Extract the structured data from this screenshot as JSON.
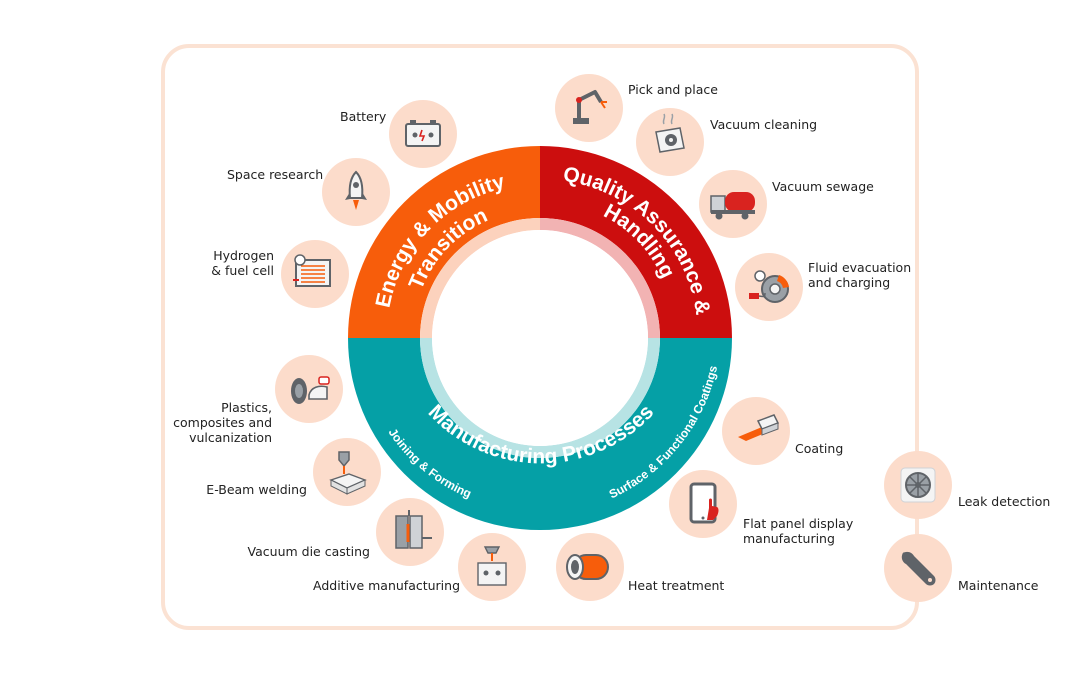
{
  "colors": {
    "frame": "#fbe2d3",
    "bubble": "#fcdccb",
    "energy": "#f75d0b",
    "quality": "#cc0e0e",
    "manufacturing": "#05a0a6",
    "accent_red": "#d9231f",
    "icon_gray": "#5f6368"
  },
  "segments": {
    "energy": {
      "line1": "Energy & Mobility",
      "line2": "Transition"
    },
    "quality": {
      "line1": "Quality Assurance &",
      "line2": "Handling"
    },
    "manufacturing": {
      "title": "Manufacturing Processes",
      "left": "Joining & Forming",
      "right": "Surface & Functional Coatings"
    }
  },
  "applications": {
    "battery": {
      "label": "Battery",
      "icon": "battery-icon"
    },
    "space": {
      "label": "Space research",
      "icon": "rocket-icon"
    },
    "hydrogen": {
      "line1": "Hydrogen",
      "line2": "& fuel cell",
      "icon": "fuel-cell-icon"
    },
    "plastics": {
      "line1": "Plastics,",
      "line2": "composites and",
      "line3": "vulcanization",
      "icon": "tire-icon"
    },
    "ebeam": {
      "label": "E-Beam welding",
      "icon": "welding-icon"
    },
    "diecasting": {
      "label": "Vacuum die casting",
      "icon": "die-casting-icon"
    },
    "additive": {
      "label": "Additive manufacturing",
      "icon": "printer-3d-icon"
    },
    "heat": {
      "label": "Heat treatment",
      "icon": "furnace-icon"
    },
    "flatpanel": {
      "line1": "Flat panel display",
      "line2": "manufacturing",
      "icon": "tablet-icon"
    },
    "coating": {
      "label": "Coating",
      "icon": "coating-icon"
    },
    "fluid": {
      "line1": "Fluid evacuation",
      "line2": "and charging",
      "icon": "brake-icon"
    },
    "sewage": {
      "label": "Vacuum sewage",
      "icon": "truck-icon"
    },
    "cleaning": {
      "label": "Vacuum cleaning",
      "icon": "cleaning-icon"
    },
    "pickplace": {
      "label": "Pick and place",
      "icon": "robot-arm-icon"
    },
    "leak": {
      "label": "Leak detection",
      "icon": "wheel-icon"
    },
    "maintenance": {
      "label": "Maintenance",
      "icon": "wrench-icon"
    }
  }
}
